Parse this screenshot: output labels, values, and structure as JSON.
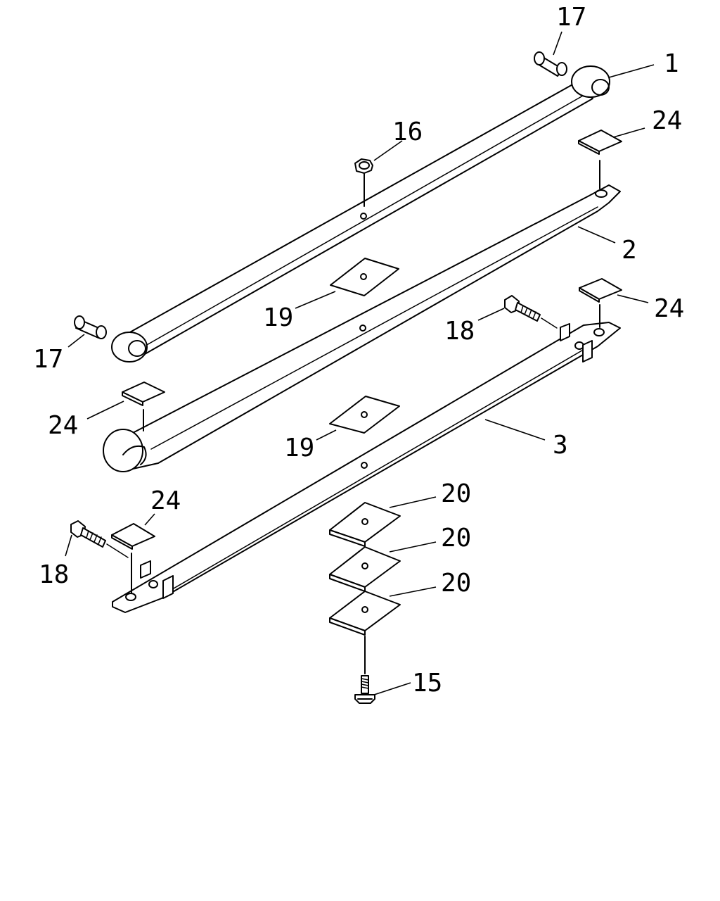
{
  "diagram": {
    "callouts": [
      {
        "id": "c1",
        "text": "1"
      },
      {
        "id": "c2",
        "text": "2"
      },
      {
        "id": "c3",
        "text": "3"
      },
      {
        "id": "c15",
        "text": "15"
      },
      {
        "id": "c16",
        "text": "16"
      },
      {
        "id": "c17a",
        "text": "17"
      },
      {
        "id": "c17b",
        "text": "17"
      },
      {
        "id": "c18a",
        "text": "18"
      },
      {
        "id": "c18b",
        "text": "18"
      },
      {
        "id": "c19a",
        "text": "19"
      },
      {
        "id": "c19b",
        "text": "19"
      },
      {
        "id": "c20a",
        "text": "20"
      },
      {
        "id": "c20b",
        "text": "20"
      },
      {
        "id": "c20c",
        "text": "20"
      },
      {
        "id": "c24a",
        "text": "24"
      },
      {
        "id": "c24b",
        "text": "24"
      },
      {
        "id": "c24c",
        "text": "24"
      },
      {
        "id": "c24d",
        "text": "24"
      }
    ]
  }
}
